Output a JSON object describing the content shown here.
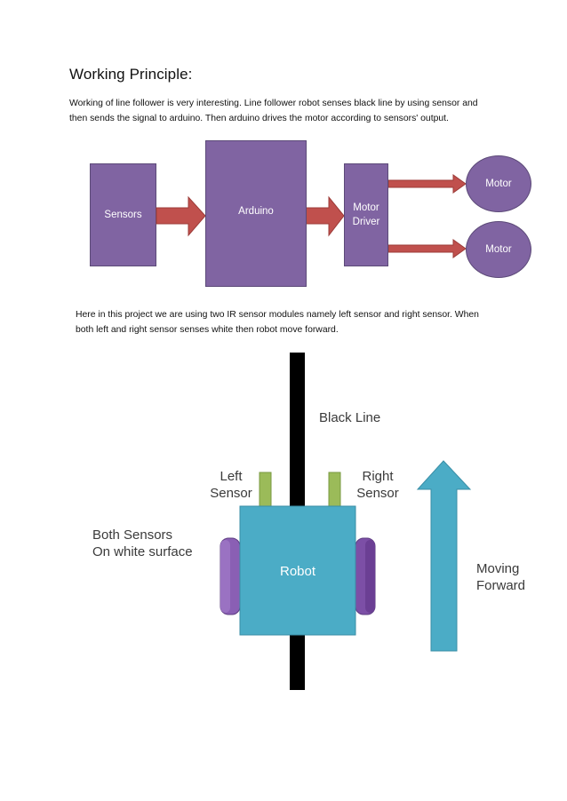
{
  "heading": "Working Principle:",
  "paragraph1": {
    "line1": "Working of line follower is very interesting. Line follower robot senses black line by using sensor and",
    "line2": "then sends the signal to arduino. Then arduino drives the motor according to sensors' output."
  },
  "block_diagram": {
    "sensors": "Sensors",
    "arduino": "Arduino",
    "motor_driver_line1": "Motor",
    "motor_driver_line2": "Driver",
    "motor_top": "Motor",
    "motor_bottom": "Motor"
  },
  "paragraph2": {
    "line1": "Here in this project we are using two IR sensor modules namely left sensor and right sensor. When",
    "line2": "both left and right sensor senses white then robot move forward."
  },
  "robot_diagram": {
    "black_line": "Black Line",
    "left_sensor_line1": "Left",
    "left_sensor_line2": "Sensor",
    "right_sensor_line1": "Right",
    "right_sensor_line2": "Sensor",
    "both_sensors_line1": "Both Sensors",
    "both_sensors_line2": "On white surface",
    "robot": "Robot",
    "moving_line1": "Moving",
    "moving_line2": "Forward"
  },
  "colors": {
    "block_purple": "#8064a2",
    "arrow_red": "#c0504d",
    "robot_blue": "#4bacc6",
    "sensor_green": "#9bbb59",
    "wheel_purple": "#7c4fa6"
  }
}
